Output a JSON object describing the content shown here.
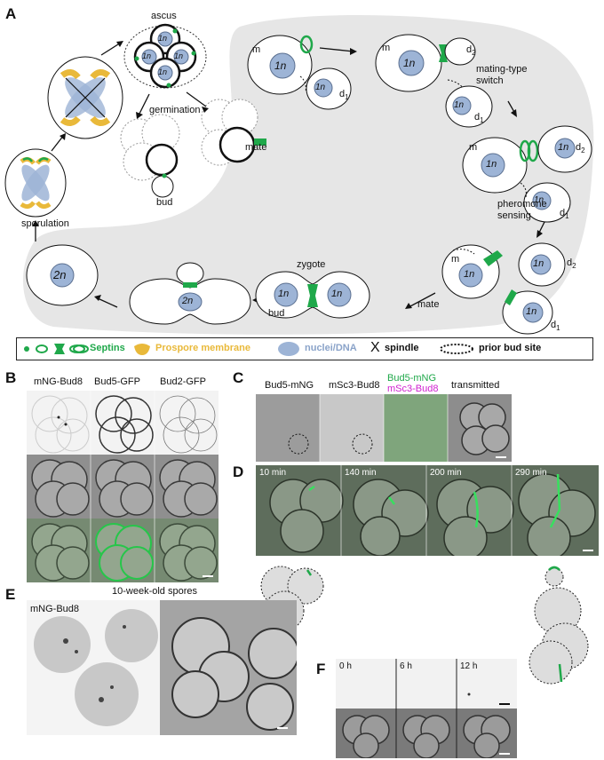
{
  "panels": {
    "A": "A",
    "B": "B",
    "C": "C",
    "D": "D",
    "E": "E",
    "F": "F"
  },
  "cycle": {
    "ascus": "ascus",
    "germination": "germination",
    "bud": "bud",
    "mate": "mate",
    "sporulation": "sporulation",
    "zygote": "zygote",
    "mate2": "mate",
    "bud2": "bud",
    "mating_type_switch": "mating-type\nswitch",
    "pheromone_sensing": "pheromone\nsensing",
    "m": "m",
    "d1": "d",
    "d2": "d",
    "sub1": "1",
    "sub2": "2",
    "haploid": "1n",
    "diploid": "2n"
  },
  "legend": {
    "septins": "Septins",
    "prospore": "Prospore membrane",
    "nuclei": "nuclei/DNA",
    "spindle": "spindle",
    "prior_bud": "prior bud site"
  },
  "panelB": {
    "headers": [
      "mNG-Bud8",
      "Bud5-GFP",
      "Bud2-GFP"
    ]
  },
  "panelC": {
    "headers": [
      "Bud5-mNG",
      "mSc3-Bud8",
      "Bud5-mNG",
      "mSc3-Bud8",
      "transmitted"
    ]
  },
  "panelD": {
    "times": [
      "10 min",
      "140 min",
      "200 min",
      "290 min"
    ]
  },
  "panelE": {
    "title": "10-week-old spores",
    "label": "mNG-Bud8"
  },
  "panelF": {
    "times": [
      "0 h",
      "6 h",
      "12 h"
    ]
  },
  "colors": {
    "septin": "#1fa84a",
    "prospore": "#e9b93a",
    "nuclei": "#9db4d6",
    "magenta": "#d01fd0",
    "background_region": "#e6e6e6"
  }
}
